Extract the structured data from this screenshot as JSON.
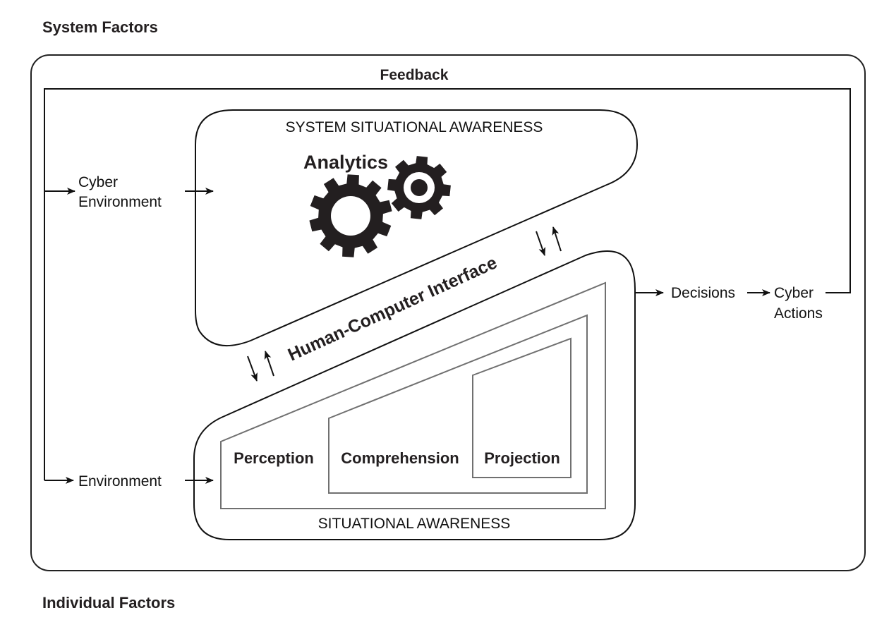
{
  "titles": {
    "top": "System Factors",
    "bottom": "Individual Factors",
    "feedback": "Feedback"
  },
  "system_sa": {
    "title": "SYSTEM SITUATIONAL AWARENESS",
    "analytics": "Analytics",
    "icon": "gears-icon"
  },
  "hci": {
    "label": "Human-Computer Interface"
  },
  "sa": {
    "title": "SITUATIONAL AWARENESS",
    "levels": [
      "Perception",
      "Comprehension",
      "Projection"
    ]
  },
  "inputs": {
    "cyber_environment_line1": "Cyber",
    "cyber_environment_line2": "Environment",
    "environment": "Environment"
  },
  "outputs": {
    "decisions": "Decisions",
    "cyber_actions_line1": "Cyber",
    "cyber_actions_line2": "Actions"
  },
  "colors": {
    "ink": "#111111",
    "inner_boxes": "#707070",
    "background": "#ffffff"
  }
}
